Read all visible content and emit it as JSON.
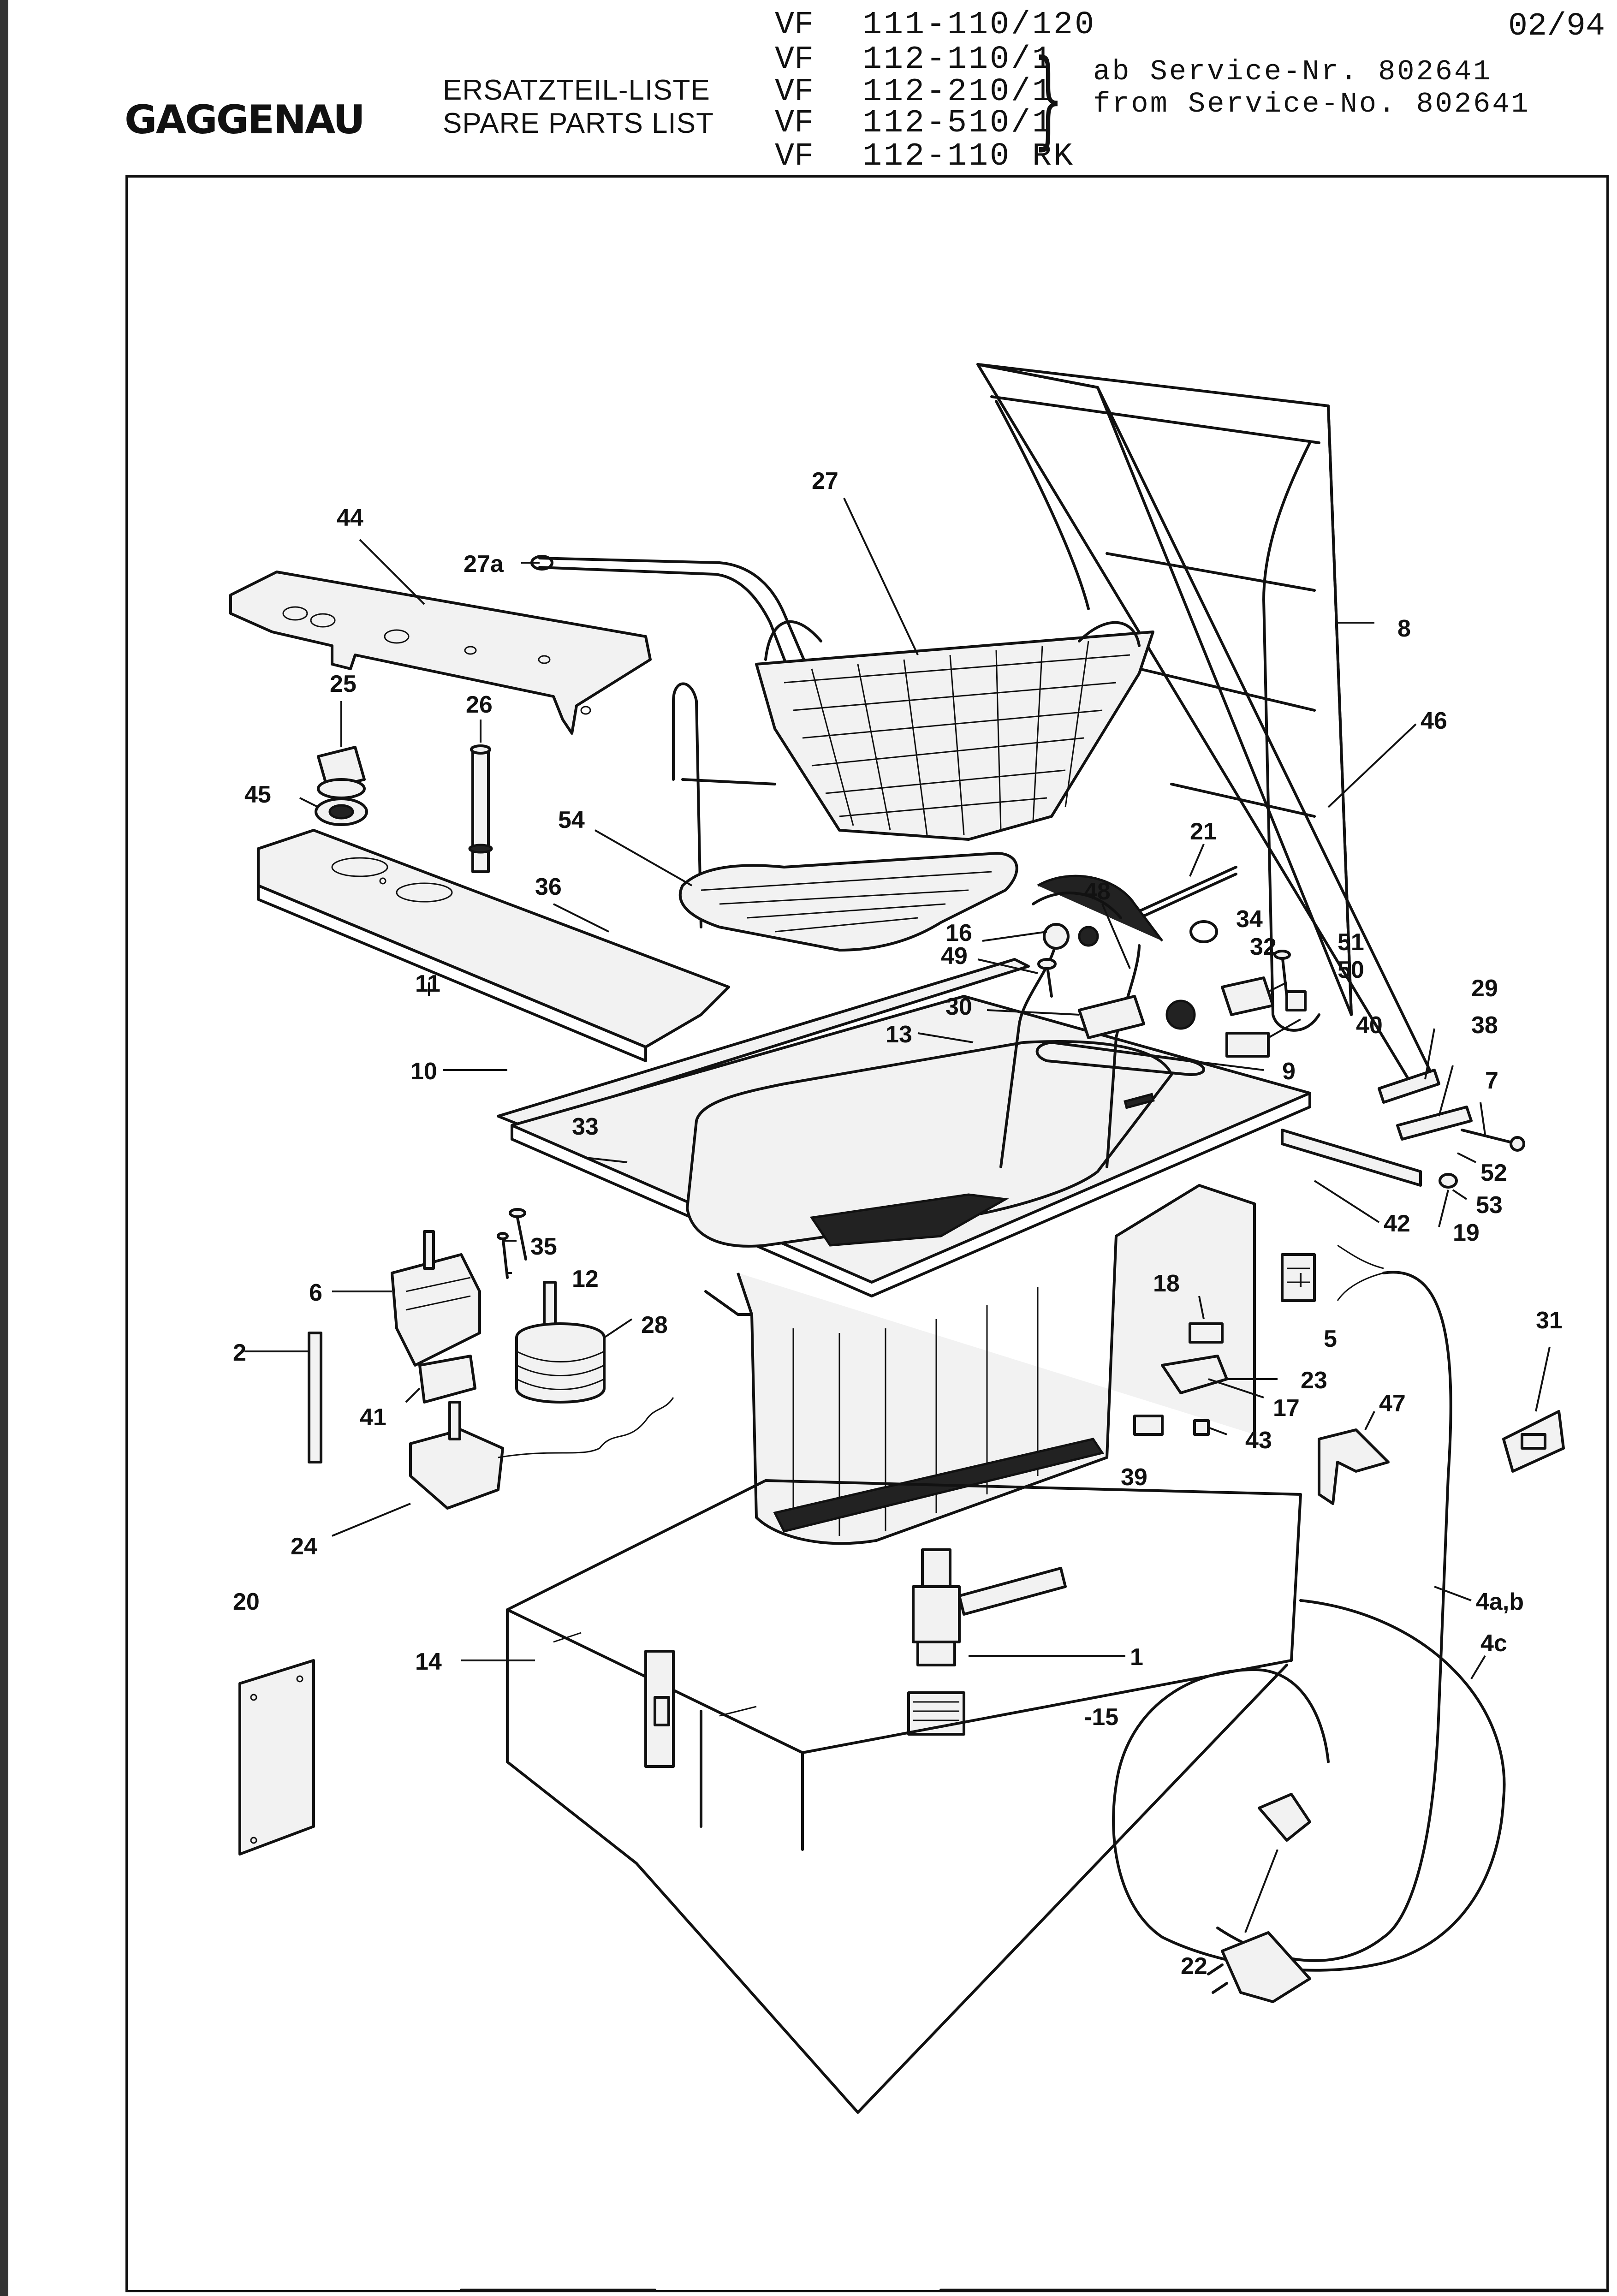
{
  "header": {
    "brand": "GAGGENAU",
    "title_de": "ERSATZTEIL-LISTE",
    "title_en": "SPARE PARTS LIST",
    "models": [
      {
        "prefix": "VF",
        "number": "111-110/120"
      },
      {
        "prefix": "VF",
        "number": "112-110/1"
      },
      {
        "prefix": "VF",
        "number": "112-210/1"
      },
      {
        "prefix": "VF",
        "number": "112-510/1"
      },
      {
        "prefix": "VF",
        "number": "112-110 RK"
      }
    ],
    "service_de": "ab Service-Nr. 802641",
    "service_en": "from Service-No. 802641",
    "date": "02/94"
  },
  "diagram": {
    "labels": {
      "p1": "1",
      "p2": "2",
      "p4ab": "4a,b",
      "p4c": "4c",
      "p5": "5",
      "p6": "6",
      "p7": "7",
      "p8": "8",
      "p9": "9",
      "p10": "10",
      "p11": "11",
      "p12": "12",
      "p13": "13",
      "p14": "14",
      "p15": "-15",
      "p16": "16",
      "p17": "17",
      "p18": "18",
      "p19": "19",
      "p20": "20",
      "p21": "21",
      "p22": "22",
      "p23": "23",
      "p24": "24",
      "p25": "25",
      "p26": "26",
      "p27": "27",
      "p27a": "27a",
      "p28": "28",
      "p29": "29",
      "p30": "30",
      "p31": "31",
      "p32": "32",
      "p33": "33",
      "p34": "34",
      "p35": "35",
      "p36": "36",
      "p38": "38",
      "p39": "39",
      "p40": "40",
      "p41": "41",
      "p42": "42",
      "p43": "43",
      "p44": "44",
      "p45": "45",
      "p46": "46",
      "p47": "47",
      "p48": "48",
      "p49": "49",
      "p50": "50",
      "p51": "51",
      "p52": "52",
      "p53": "53",
      "p54": "54"
    }
  }
}
